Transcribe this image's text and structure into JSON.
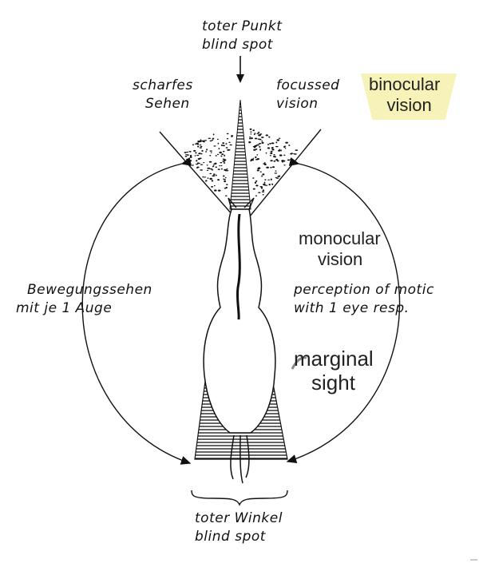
{
  "labels": {
    "top_blind_spot": [
      "toter Punkt",
      "blind spot"
    ],
    "sharp_vision_de": [
      "scharfes",
      "Sehen"
    ],
    "focused_vision_en": [
      "focussed",
      "vision"
    ],
    "binocular_vision": [
      "binocular",
      "vision"
    ],
    "monocular_vision": [
      "monocular",
      "vision"
    ],
    "motion_de": [
      "Bewegungssehen",
      "mit je 1 Auge"
    ],
    "motion_en": [
      "perception of motic",
      "with 1 eye resp."
    ],
    "marginal_sight": [
      "marginal",
      "sight"
    ],
    "bottom_blind_spot": [
      "toter Winkel",
      "blind spot"
    ]
  },
  "colors": {
    "highlight": "#f6f2b8",
    "ink": "#111111"
  }
}
